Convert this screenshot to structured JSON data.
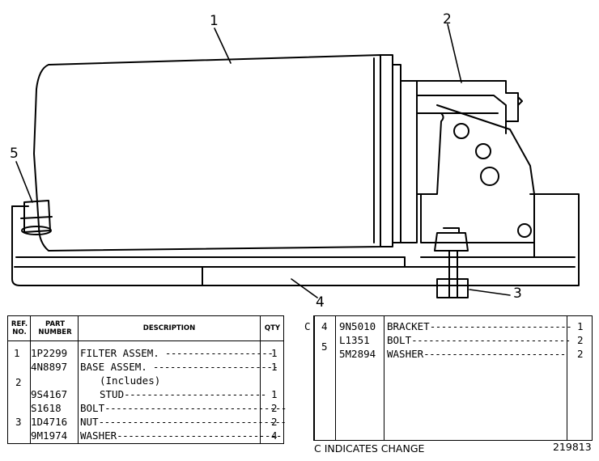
{
  "callouts": {
    "c1": "1",
    "c2": "2",
    "c3": "3",
    "c4": "4",
    "c5": "5"
  },
  "left_table": {
    "headers": {
      "ref": "REF. NO.",
      "part": "PART NUMBER",
      "desc": "DESCRIPTION",
      "qty": "QTY"
    },
    "rows": [
      {
        "ref": "1",
        "part": "1P2299",
        "desc": "FILTER ASSEM.",
        "qty": "1"
      },
      {
        "ref": "",
        "part": "4N8897",
        "desc": "BASE ASSEM.",
        "qty": "1"
      },
      {
        "ref": "2",
        "part": "",
        "desc": "(Includes)",
        "qty": ""
      },
      {
        "ref": "",
        "part": "9S4167",
        "desc": "STUD",
        "qty": "1"
      },
      {
        "ref": "",
        "part": "S1618",
        "desc": "BOLT",
        "qty": "2"
      },
      {
        "ref": "3",
        "part": "1D4716",
        "desc": "NUT",
        "qty": "2"
      },
      {
        "ref": "",
        "part": "9M1974",
        "desc": "WASHER",
        "qty": "4"
      }
    ]
  },
  "right_table": {
    "rows": [
      {
        "change": "C",
        "ref": "4",
        "part": "9N5010",
        "desc": "BRACKET",
        "qty": "1"
      },
      {
        "change": "",
        "ref": "5",
        "part": "L1351",
        "desc": "BOLT",
        "qty": "2"
      },
      {
        "change": "",
        "ref": "",
        "part": "5M2894",
        "desc": "WASHER",
        "qty": "2"
      }
    ]
  },
  "footer": {
    "note": "C INDICATES CHANGE",
    "number": "219813"
  }
}
